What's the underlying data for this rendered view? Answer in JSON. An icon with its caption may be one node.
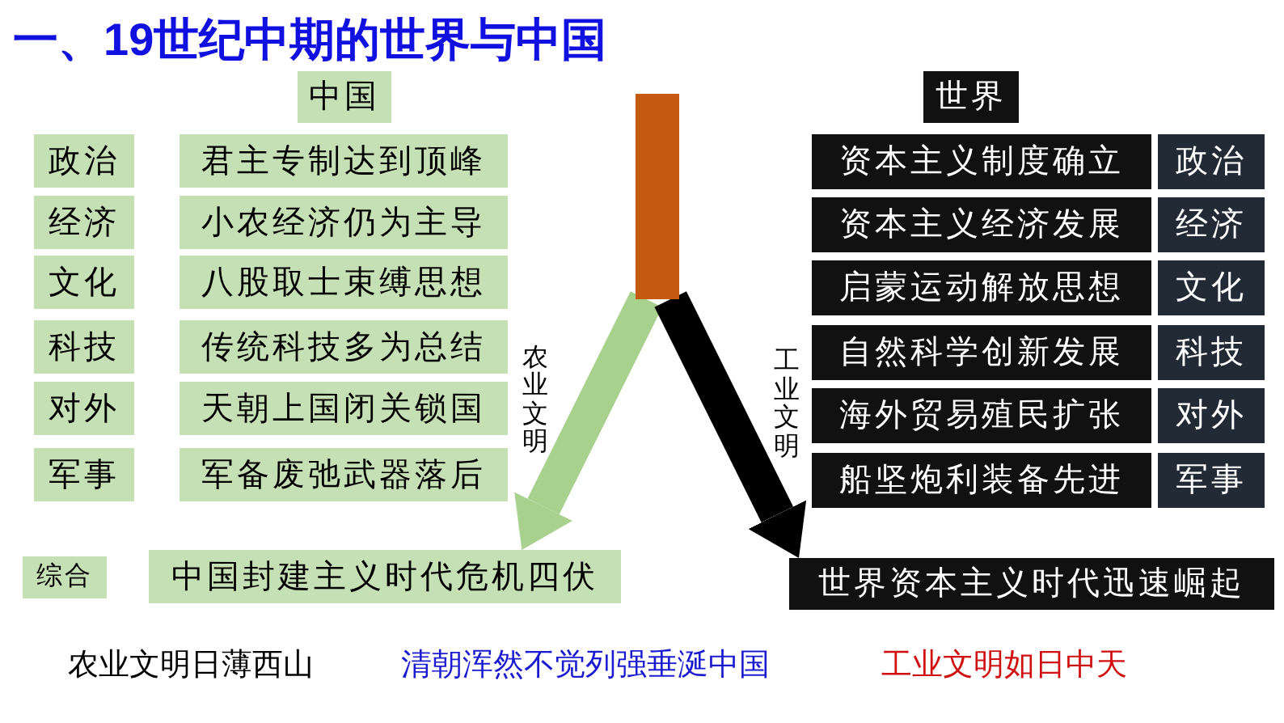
{
  "diagram": {
    "title": "一、19世纪中期的世界与中国",
    "nodes": [
      {
        "text": [
          "中国"
        ]
      },
      {
        "text": [
          "政治"
        ]
      },
      {
        "text": [
          "君主专制达到顶峰"
        ]
      },
      {
        "text": [
          "经济"
        ]
      },
      {
        "text": [
          "小农经济仍为主导"
        ]
      },
      {
        "text": [
          "文化"
        ]
      },
      {
        "text": [
          "八股取士束缚思想"
        ]
      },
      {
        "text": [
          "科技"
        ]
      },
      {
        "text": [
          "传统科技多为总结"
        ]
      },
      {
        "text": [
          "对外"
        ]
      },
      {
        "text": [
          "天朝上国闭关锁国"
        ]
      },
      {
        "text": [
          "军事"
        ]
      },
      {
        "text": [
          "军备废弛武器落后"
        ]
      },
      {
        "text": [
          "综合"
        ]
      },
      {
        "text": [
          "中国封建主义时代危机四伏"
        ]
      },
      {
        "text": [],
        "shape": "bar"
      },
      {
        "text": [
          "世界"
        ]
      },
      {
        "text": [
          "资本主义制度确立"
        ]
      },
      {
        "text": [
          "政治"
        ]
      },
      {
        "text": [
          "资本主义经济发展"
        ]
      },
      {
        "text": [
          "经济"
        ]
      },
      {
        "text": [
          "启蒙运动解放思想"
        ]
      },
      {
        "text": [
          "文化"
        ]
      },
      {
        "text": [
          "自然科学创新发展"
        ]
      },
      {
        "text": [
          "科技"
        ]
      },
      {
        "text": [
          "海外贸易殖民扩张"
        ]
      },
      {
        "text": [
          "对外"
        ]
      },
      {
        "text": [
          "船坚炮利装备先进"
        ]
      },
      {
        "text": [
          "军事"
        ]
      },
      {
        "text": [
          "世界资本主义时代迅速崛起"
        ]
      }
    ],
    "edges": [
      {
        "from": 15,
        "to": 14,
        "arrow": "to",
        "label": "农业文明",
        "color": "#a9d18e"
      },
      {
        "from": 15,
        "to": 29,
        "arrow": "to",
        "label": "工业文明",
        "color": "#000000"
      }
    ],
    "labels": [
      "农业文明日薄西山",
      "清朝浑然不觉列强垂涎中国",
      "工业文明如日中天"
    ]
  }
}
